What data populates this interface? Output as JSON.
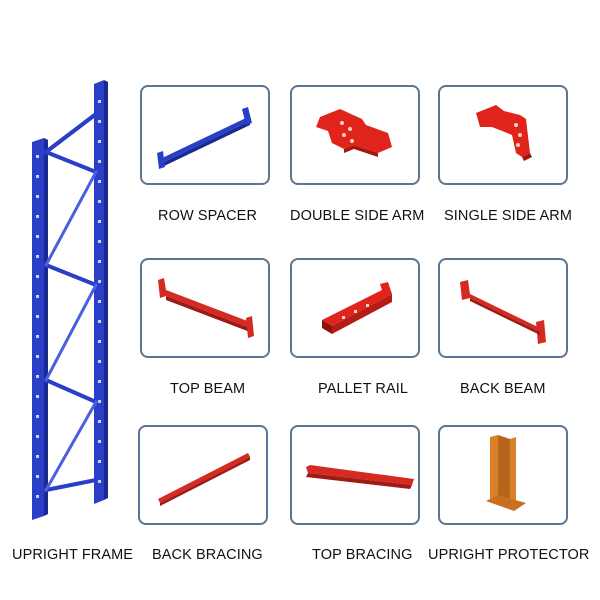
{
  "labels": {
    "upright_frame": "UPRIGHT FRAME",
    "row_spacer": "ROW SPACER",
    "double_side_arm": "DOUBLE SIDE ARM",
    "single_side_arm": "SINGLE SIDE ARM",
    "top_beam": "TOP BEAM",
    "pallet_rail": "PALLET RAIL",
    "back_beam": "BACK BEAM",
    "back_bracing": "BACK BRACING",
    "top_bracing": "TOP BRACING",
    "upright_protector": "UPRIGHT PROTECTOR"
  },
  "colors": {
    "frame_blue": "#2a3fc8",
    "part_red": "#d42a22",
    "protector_orange": "#d9802a",
    "tile_border": "#5b7591"
  }
}
